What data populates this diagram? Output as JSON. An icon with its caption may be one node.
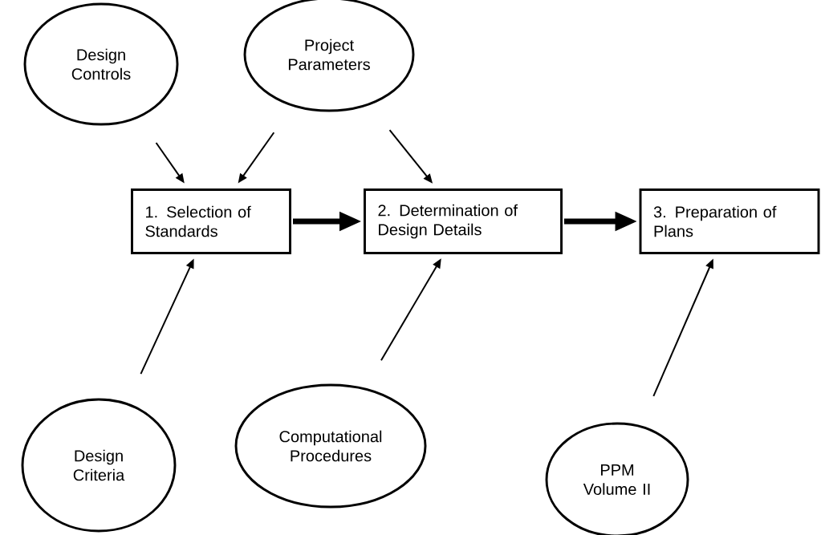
{
  "diagram": {
    "nodes": [
      {
        "text": [
          "Design Controls"
        ]
      },
      {
        "text": [
          "Project Parameters"
        ]
      },
      {
        "text": [
          "1. Selection of Standards"
        ]
      },
      {
        "text": [
          "2. Determination of Design Details"
        ]
      },
      {
        "text": [
          "3. Preparation of Plans"
        ]
      },
      {
        "text": [
          "Design Criteria"
        ]
      },
      {
        "text": [
          "Computational Procedures"
        ]
      },
      {
        "text": [
          "PPM Volume II"
        ]
      }
    ],
    "edges": [
      {
        "from": 0,
        "to": 2,
        "arrow": "to"
      },
      {
        "from": 1,
        "to": 2,
        "arrow": "to"
      },
      {
        "from": 1,
        "to": 3,
        "arrow": "to"
      },
      {
        "from": 2,
        "to": 3,
        "arrow": "to",
        "style": "thick"
      },
      {
        "from": 3,
        "to": 4,
        "arrow": "to",
        "style": "thick"
      },
      {
        "from": 5,
        "to": 2,
        "arrow": "to"
      },
      {
        "from": 6,
        "to": 3,
        "arrow": "to"
      },
      {
        "from": 7,
        "to": 4,
        "arrow": "to"
      }
    ]
  }
}
